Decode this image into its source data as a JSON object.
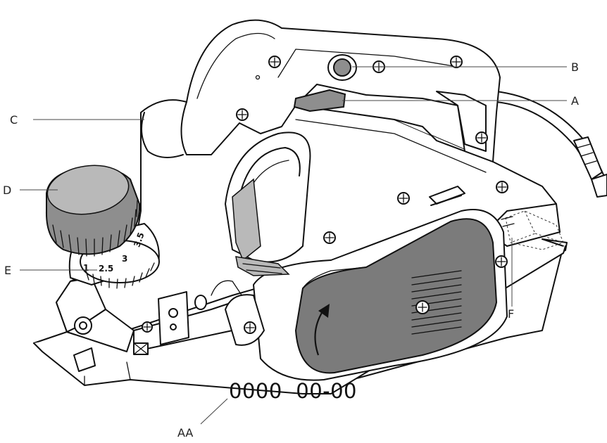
{
  "callouts": {
    "A": "A",
    "B": "B",
    "C": "C",
    "D": "D",
    "E": "E",
    "F": "F",
    "AA": "AA"
  },
  "model_code": "0000  00-00",
  "depth_dial_scale": [
    "1",
    "2.5",
    "3",
    "3.5"
  ],
  "colors": {
    "line": "#111111",
    "body_fill": "#ffffff",
    "grey_part": "#8e8e8e",
    "leader": "#444444"
  },
  "icons": [
    "rotation-arrow-icon"
  ]
}
